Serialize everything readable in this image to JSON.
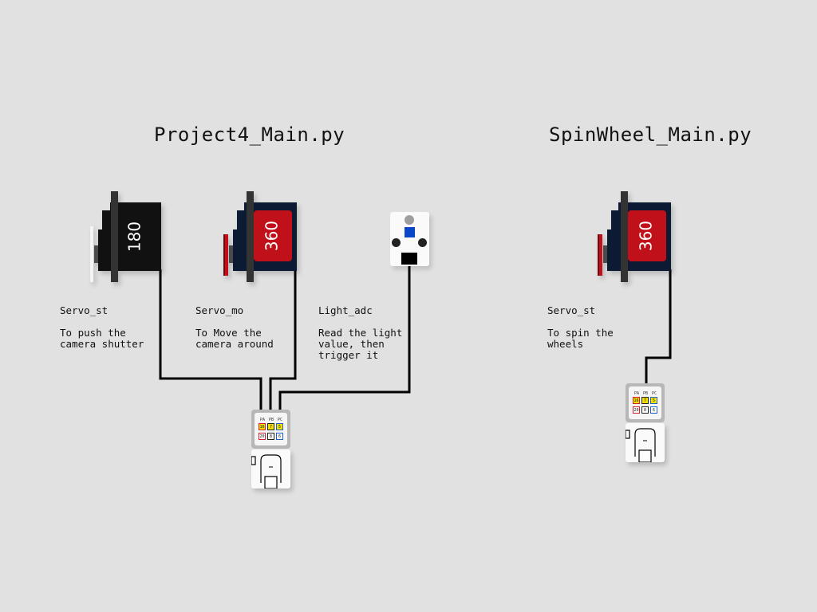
{
  "projects": [
    {
      "title": "Project4_Main.py"
    },
    {
      "title": "SpinWheel_Main.py"
    }
  ],
  "servos": [
    {
      "angle": "180",
      "body_color": "#111111",
      "label_bg": "#111111"
    },
    {
      "angle": "360",
      "body_color": "#0d1a33",
      "label_bg": "#c0101a"
    },
    {
      "angle": "360",
      "body_color": "#0d1a33",
      "label_bg": "#c0101a"
    }
  ],
  "captions": [
    {
      "name": "Servo_st",
      "desc": [
        "To push the",
        "camera shutter"
      ]
    },
    {
      "name": "Servo_mo",
      "desc": [
        "To Move the",
        "camera around"
      ]
    },
    {
      "name": "Light_adc",
      "desc": [
        "Read the light",
        "value, then",
        "trigger it"
      ]
    },
    {
      "name": "Servo_st",
      "desc": [
        "To spin the",
        "wheels"
      ]
    }
  ],
  "hub": {
    "ports": [
      "PA",
      "PB",
      "PC"
    ],
    "row1": [
      "16",
      "7",
      "5"
    ],
    "row2": [
      "20",
      "8",
      "6"
    ],
    "port_colors": [
      "#d4202a",
      "#222222",
      "#1b5fd0"
    ],
    "row1_fill": "#f2e000"
  },
  "light_sensor": {
    "accent": "#0a46c8",
    "top_dot": "#9e9e9e"
  },
  "wire_color": "#000000"
}
